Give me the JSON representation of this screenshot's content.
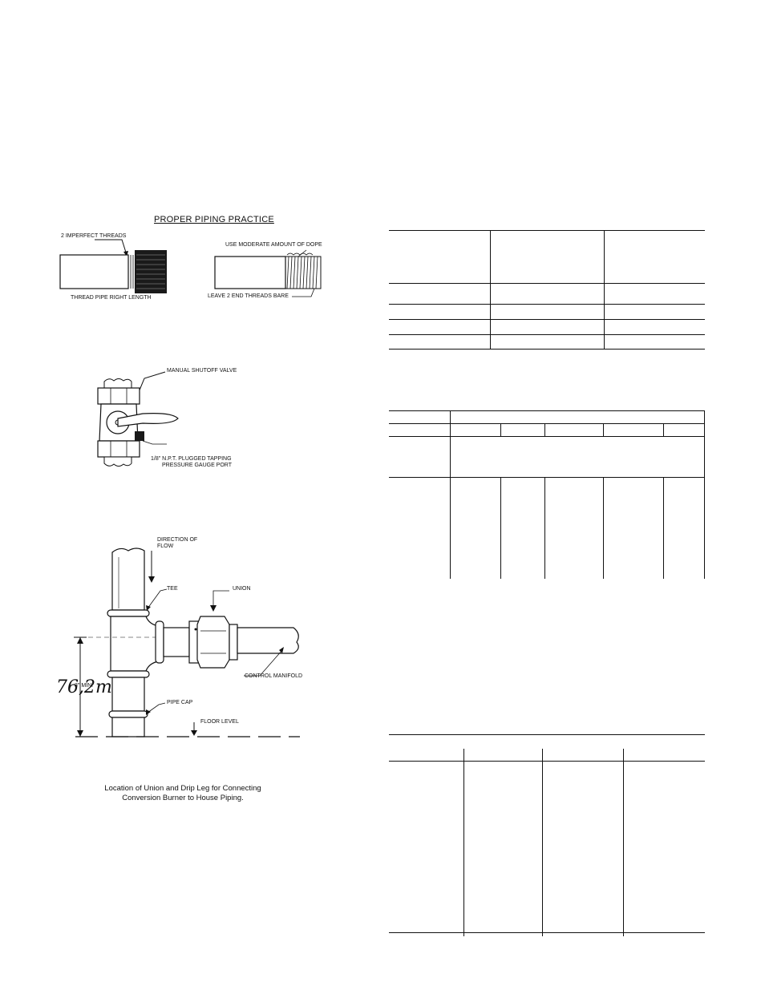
{
  "piping_practice": {
    "title": "PROPER PIPING PRACTICE",
    "labels": {
      "imperfect_threads": "2 IMPERFECT THREADS",
      "thread_pipe_length": "THREAD PIPE RIGHT LENGTH",
      "moderate_dope": "USE MODERATE AMOUNT OF DOPE",
      "end_threads_bare": "LEAVE 2 END THREADS BARE"
    }
  },
  "valve": {
    "labels": {
      "manual_shutoff": "MANUAL SHUTOFF VALVE",
      "tapping_line1": "1/8\" N.P.T. PLUGGED TAPPING",
      "tapping_line2": "PRESSURE GAUGE PORT"
    }
  },
  "drip_leg": {
    "labels": {
      "direction_line1": "DIRECTION OF",
      "direction_line2": "FLOW",
      "tee": "TEE",
      "union": "UNION",
      "min_height": "3\" MIN.",
      "handwritten_metric": "76,2mm",
      "control_manifold": "CONTROL MANIFOLD",
      "pipe_cap": "PIPE CAP",
      "floor_level": "FLOOR LEVEL"
    },
    "caption_line1": "Location of Union and Drip Leg for Connecting",
    "caption_line2": "Conversion Burner to House Piping."
  }
}
